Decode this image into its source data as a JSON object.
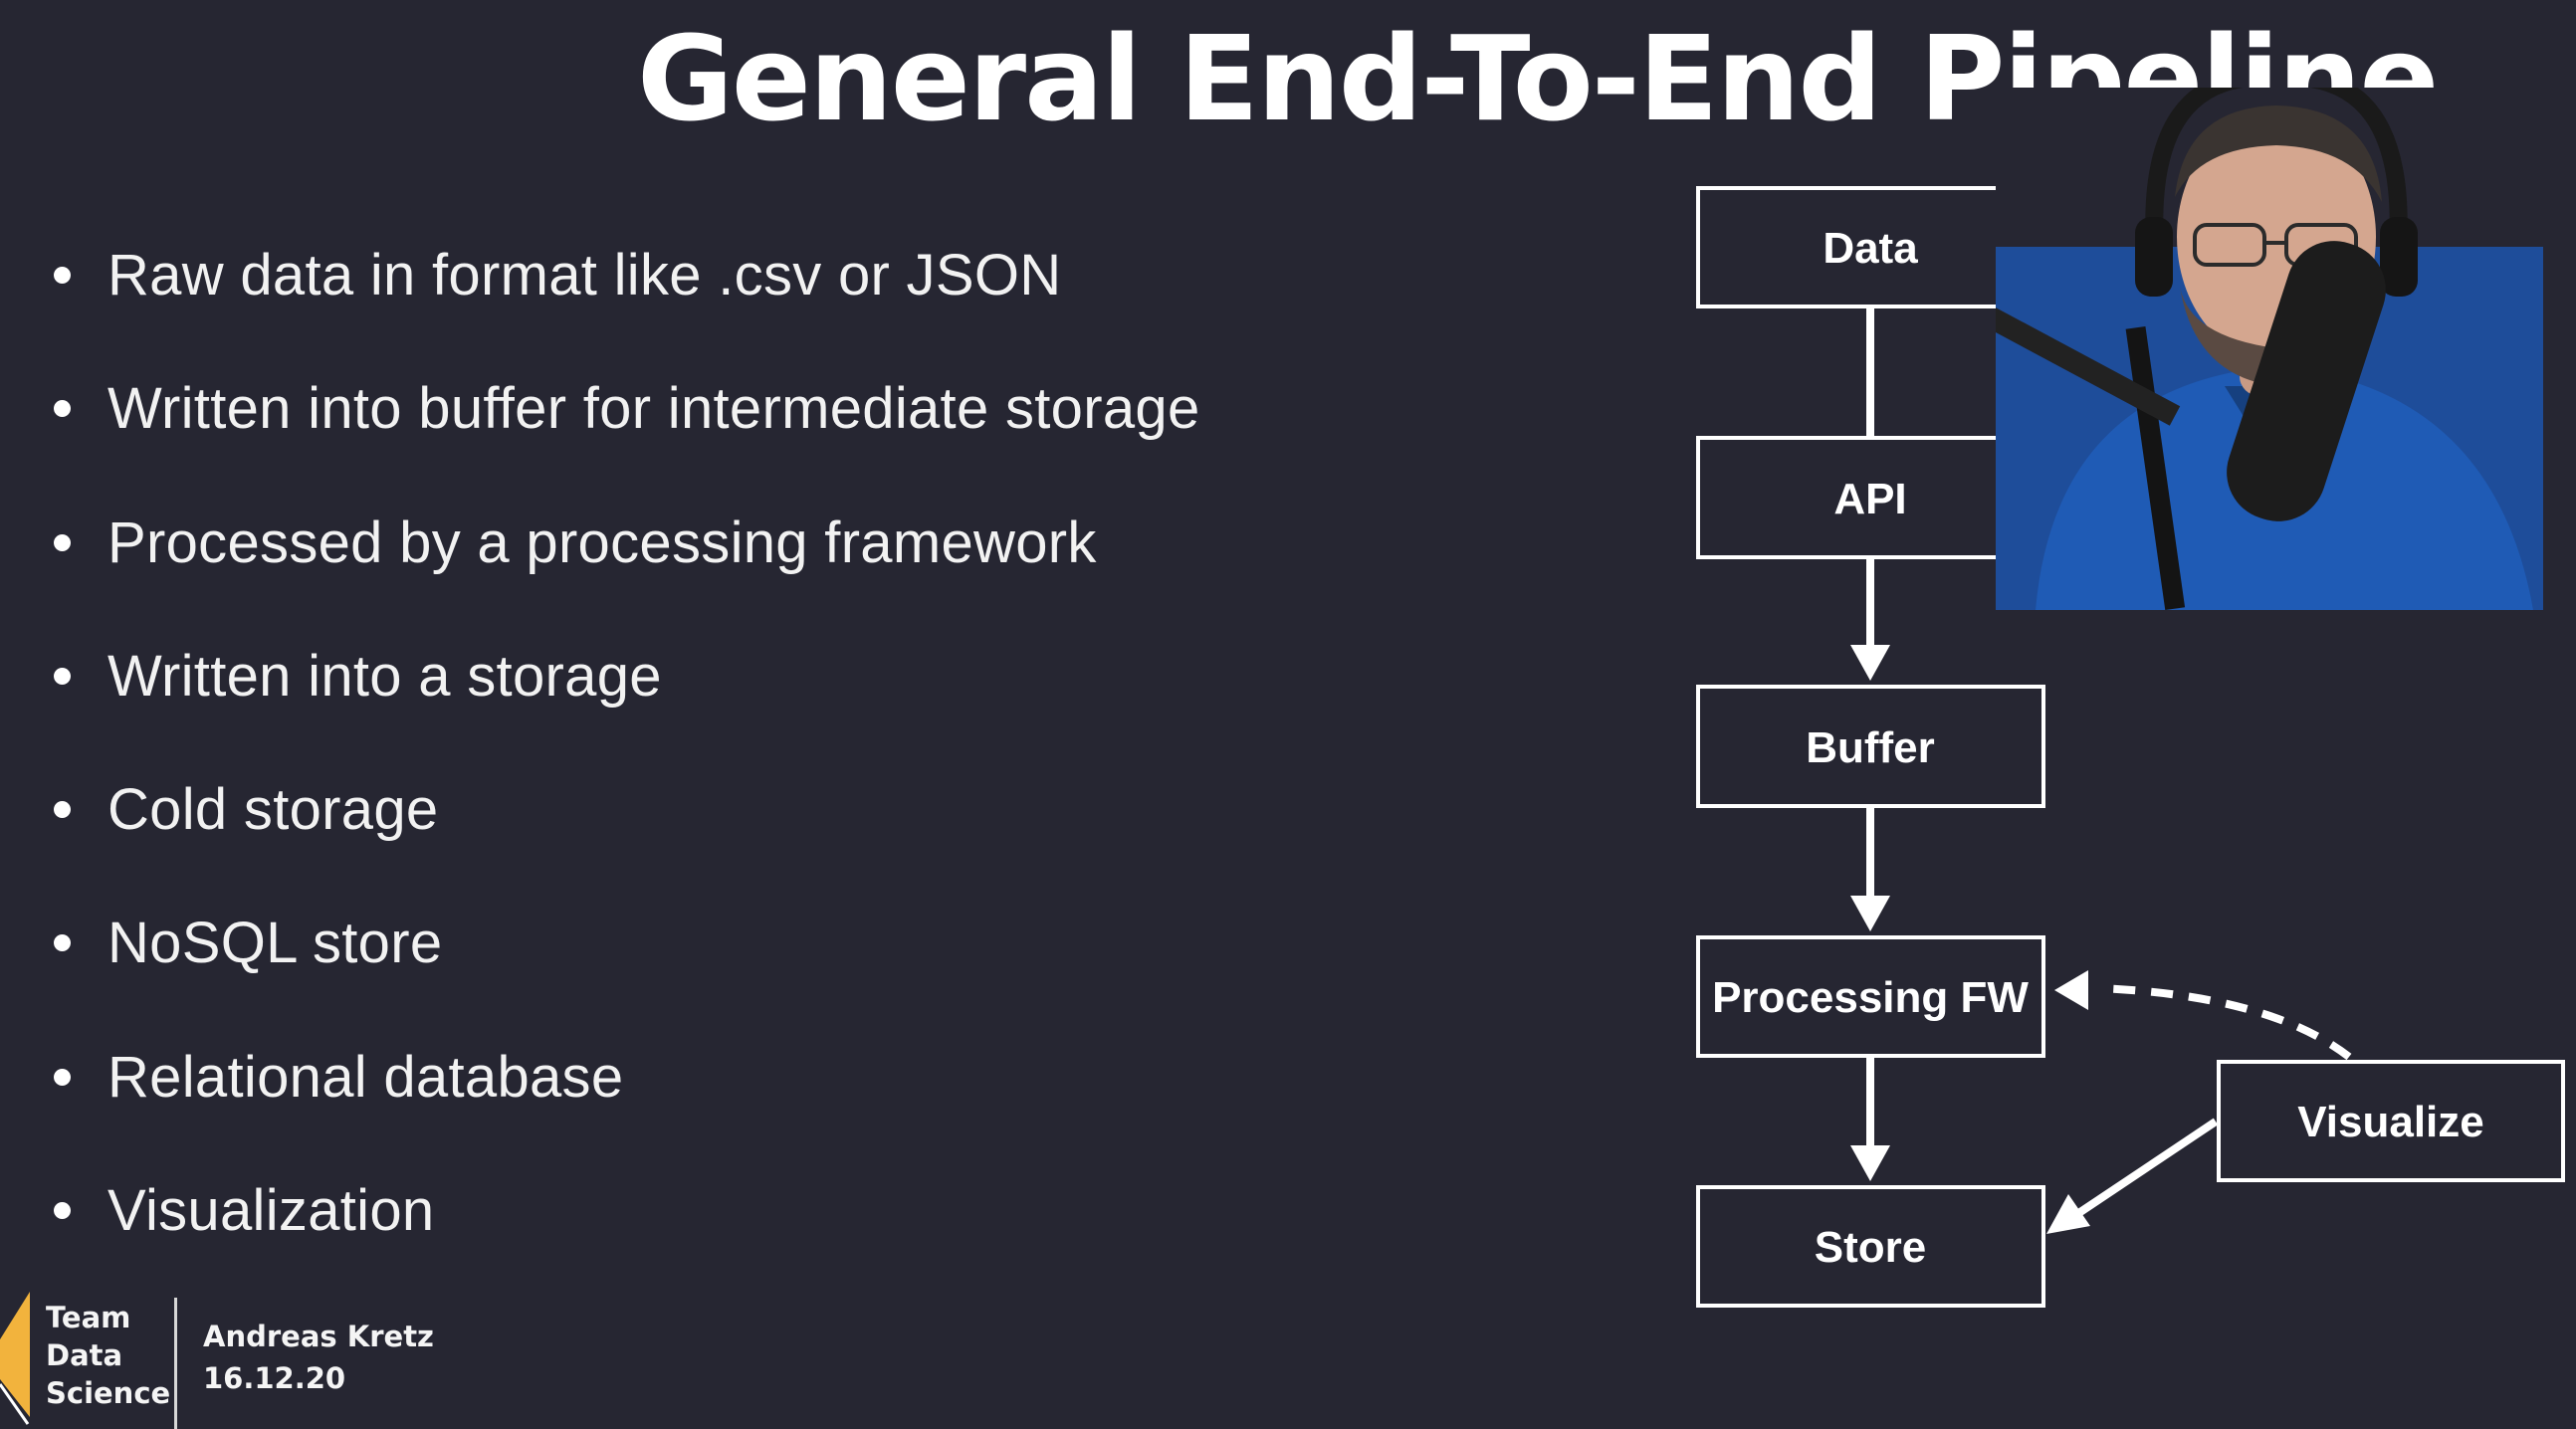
{
  "slide": {
    "title": "General End-To-End Pipeline",
    "bullets": [
      "Raw data in format like .csv or JSON",
      "Written into buffer for intermediate storage",
      "Processed by a processing framework",
      "Written into a storage",
      "Cold storage",
      "NoSQL store",
      "Relational database",
      "Visualization"
    ]
  },
  "diagram": {
    "boxes": {
      "data": "Data",
      "api": "API",
      "buffer": "Buffer",
      "processing": "Processing FW",
      "store": "Store",
      "visualize": "Visualize"
    }
  },
  "footer": {
    "team_lines": [
      "Team",
      "Data",
      "Science"
    ],
    "author": "Andreas Kretz",
    "date": "16.12.20",
    "accent_color": "#f2b33d"
  },
  "colors": {
    "background": "#262632",
    "text": "#ffffff",
    "box_stroke": "#ffffff"
  },
  "webcam": {
    "icons": [
      "presenter-photo",
      "headphones-icon",
      "microphone-icon"
    ]
  }
}
